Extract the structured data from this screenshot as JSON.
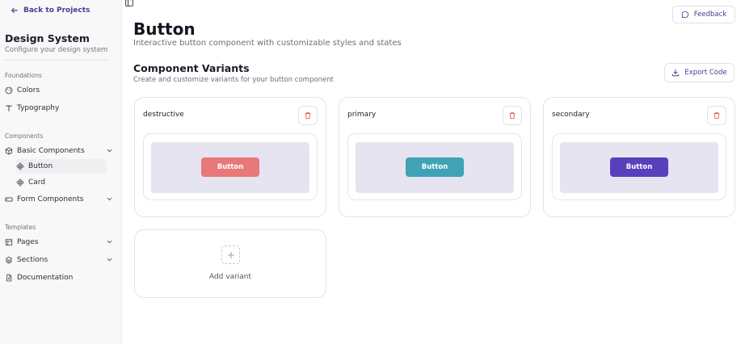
{
  "sidebar": {
    "back_label": "Back to Projects",
    "title": "Design System",
    "subtitle": "Configure your design system",
    "sections": {
      "foundations": "Foundations",
      "components": "Components",
      "templates": "Templates"
    },
    "items": {
      "colors": "Colors",
      "typography": "Typography",
      "basic_components": "Basic Components",
      "button": "Button",
      "card": "Card",
      "form_components": "Form Components",
      "pages": "Pages",
      "sections": "Sections",
      "documentation": "Documentation"
    }
  },
  "header": {
    "feedback_label": "Feedback",
    "title": "Button",
    "subtitle": "Interactive button component with customizable styles and states"
  },
  "variants_section": {
    "title": "Component Variants",
    "subtitle": "Create and customize variants for your button component",
    "export_label": "Export Code",
    "add_variant_label": "Add variant"
  },
  "variants": [
    {
      "name": "destructive",
      "button_label": "Button",
      "color": "#e8787a"
    },
    {
      "name": "primary",
      "button_label": "Button",
      "color": "#3fa3b5"
    },
    {
      "name": "secondary",
      "button_label": "Button",
      "color": "#5a3fbd"
    }
  ],
  "colors": {
    "accent": "#4b3d8f",
    "delete": "#e0463f",
    "preview_bg": "#e6e4f1"
  }
}
